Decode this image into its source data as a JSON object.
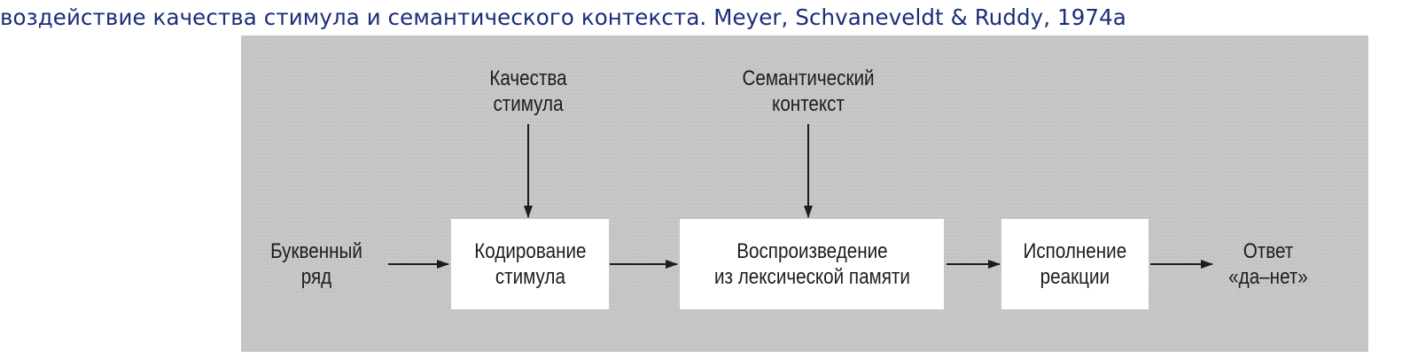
{
  "caption": "воздействие качества стимула и семантического контекста. Meyer, Schvaneveldt & Ruddy, 1974а",
  "diagram": {
    "inputs_top": [
      {
        "line1": "Качества",
        "line2": "стимула"
      },
      {
        "line1": "Семантический",
        "line2": "контекст"
      }
    ],
    "input_left": {
      "line1": "Буквенный",
      "line2": "ряд"
    },
    "stages": [
      {
        "line1": "Кодирование",
        "line2": "стимула"
      },
      {
        "line1": "Воспроизведение",
        "line2": "из лексической памяти"
      },
      {
        "line1": "Исполнение",
        "line2": "реакции"
      }
    ],
    "output": {
      "line1": "Ответ",
      "line2": "«да–нет»"
    }
  }
}
